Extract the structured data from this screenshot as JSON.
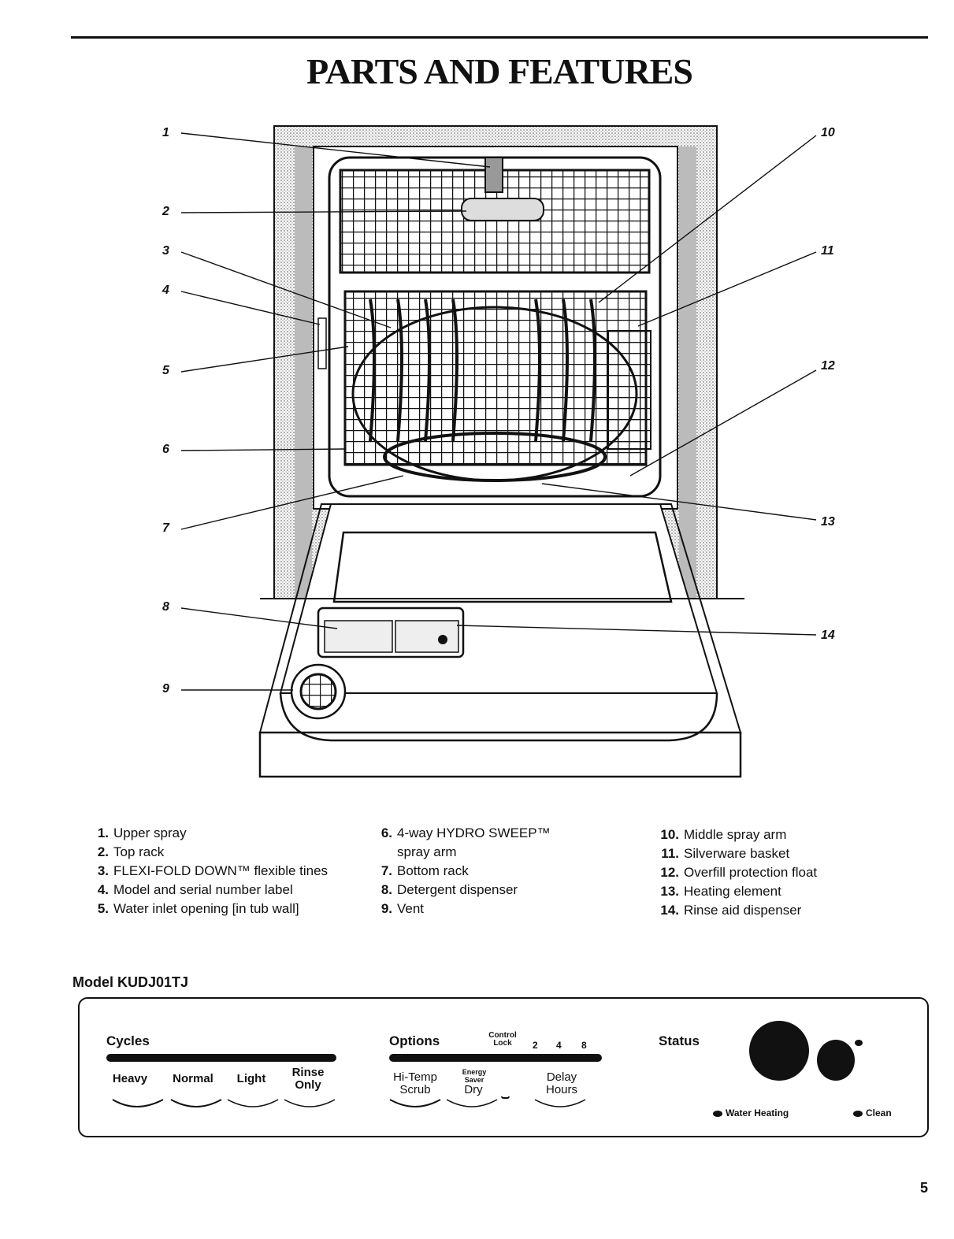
{
  "page_title": "PARTS AND FEATURES",
  "callout_numbers": [
    "1",
    "2",
    "3",
    "4",
    "5",
    "6",
    "7",
    "8",
    "9",
    "10",
    "11",
    "12",
    "13",
    "14"
  ],
  "legend_col1": [
    {
      "num": "1.",
      "text": "Upper spray"
    },
    {
      "num": "2.",
      "text": "Top rack"
    },
    {
      "num": "3.",
      "text": "FLEXI-FOLD DOWN™ flexible tines"
    },
    {
      "num": "4.",
      "text": "Model and serial number label"
    },
    {
      "num": "5.",
      "text": "Water inlet opening [in tub wall]"
    }
  ],
  "legend_col2": [
    {
      "num": "6.",
      "text": "4-way HYDRO SWEEP™\nspray arm"
    },
    {
      "num": "7.",
      "text": "Bottom rack"
    },
    {
      "num": "8.",
      "text": "Detergent dispenser"
    },
    {
      "num": "9.",
      "text": "Vent"
    }
  ],
  "legend_col3": [
    {
      "num": "10.",
      "text": "Middle spray arm"
    },
    {
      "num": "11.",
      "text": "Silverware basket"
    },
    {
      "num": "12.",
      "text": "Overfill protection float"
    },
    {
      "num": "13.",
      "text": "Heating element"
    },
    {
      "num": "14.",
      "text": "Rinse aid dispenser"
    }
  ],
  "model": {
    "title": "Model KUDJ01TJ"
  },
  "panel": {
    "cycles_label": "Cycles",
    "cycles": [
      "Heavy",
      "Normal",
      "Light",
      "Rinse\nOnly"
    ],
    "options_label": "Options",
    "control_lock": "Control\nLock",
    "delay_hours": [
      "2",
      "4",
      "8"
    ],
    "options": [
      "Hi-Temp\nScrub",
      "Energy\nSaver",
      "Dry",
      "Delay\nHours"
    ],
    "status_label": "Status",
    "indicators": [
      "Water Heating",
      "Clean"
    ]
  },
  "page_number": "5"
}
